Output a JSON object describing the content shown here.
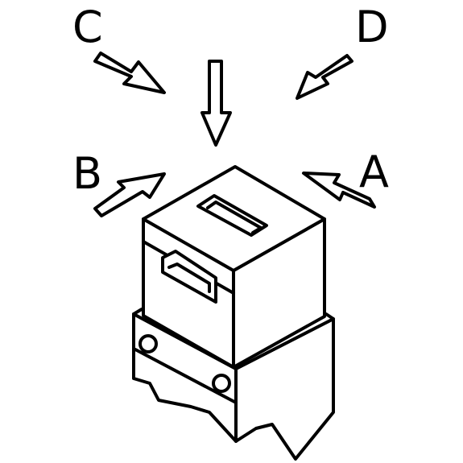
{
  "labels": {
    "a": "A",
    "b": "B",
    "c": "C",
    "d": "D"
  },
  "colors": {
    "stroke": "#000000",
    "fill": "#ffffff"
  }
}
